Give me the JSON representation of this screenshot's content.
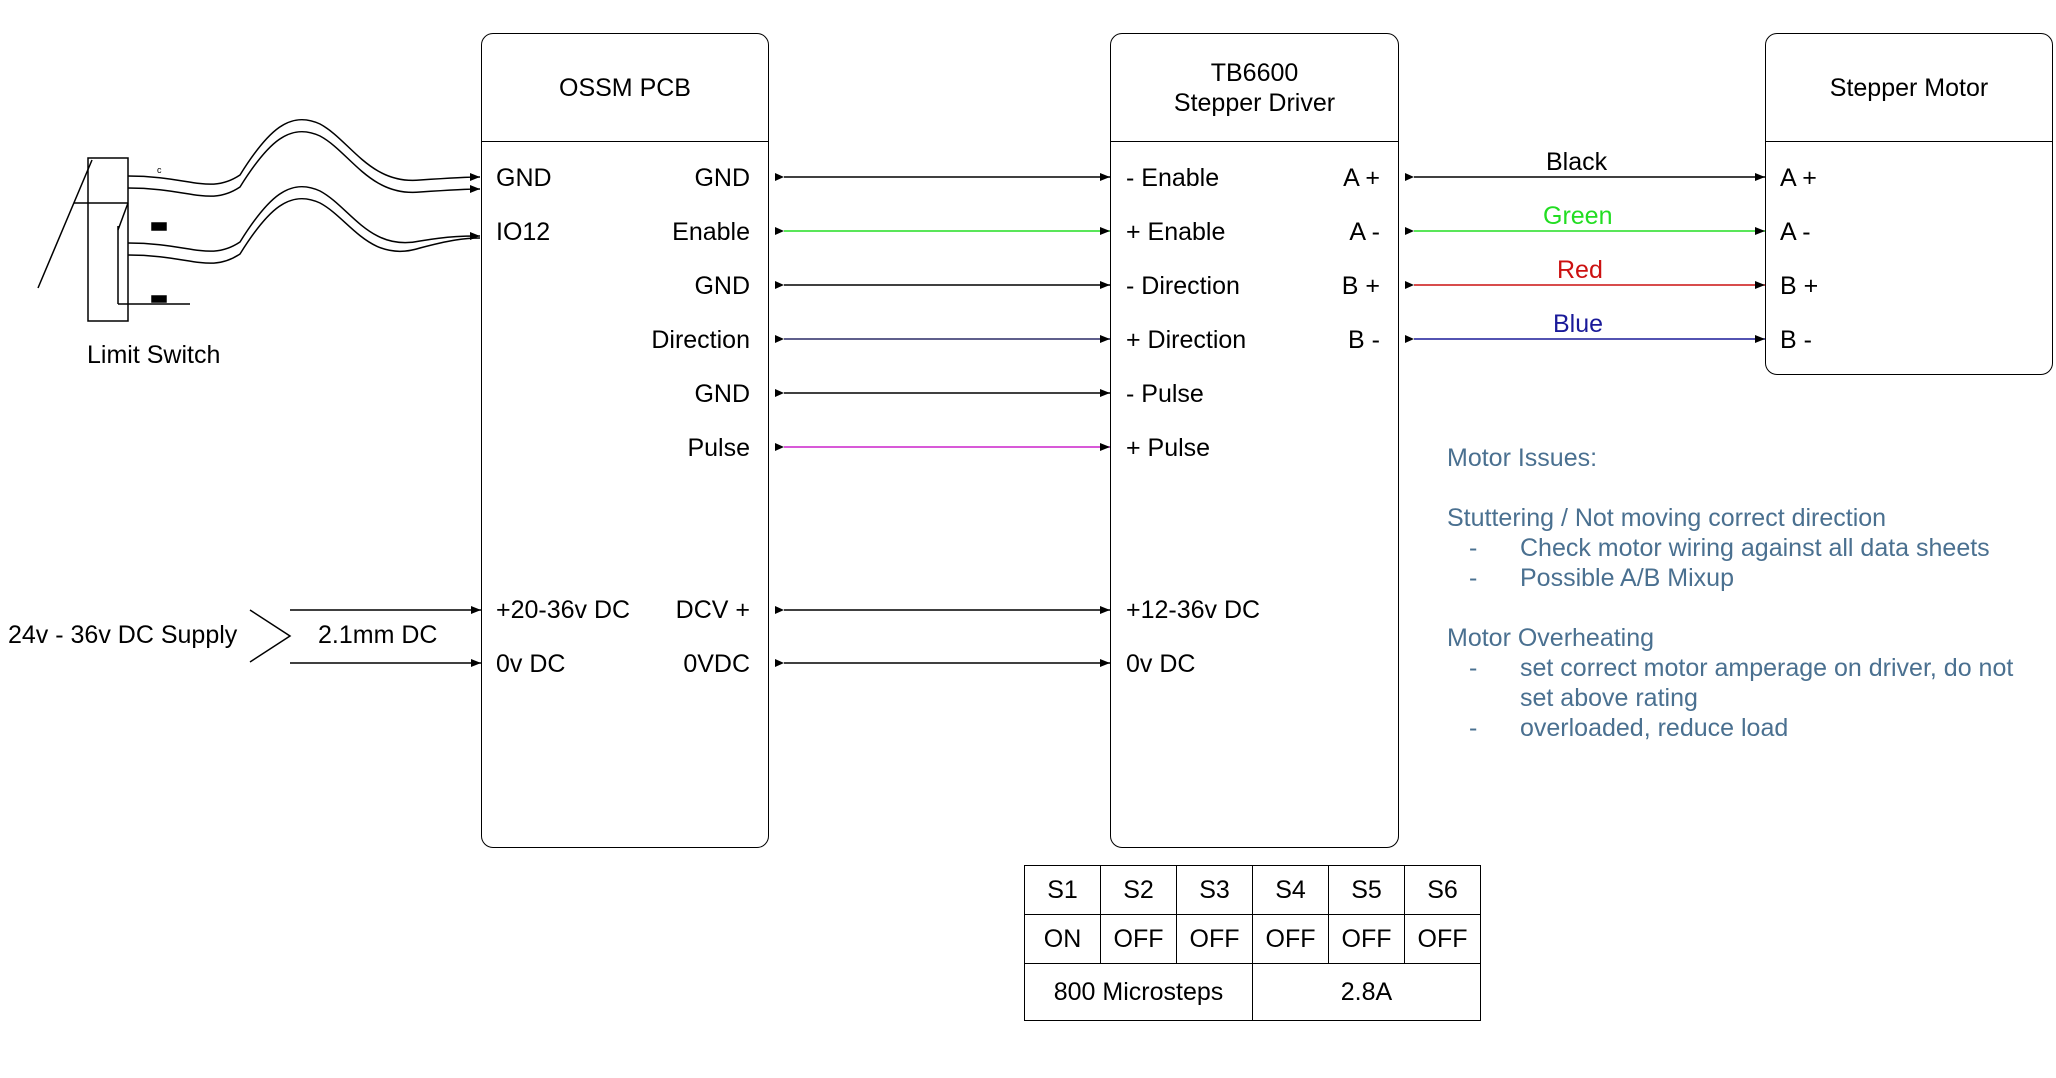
{
  "limit_switch": {
    "label": "Limit Switch",
    "pin_label": "c"
  },
  "power_supply": {
    "label": "24v - 36v DC Supply",
    "connector_label": "2.1mm DC"
  },
  "ossm_pcb": {
    "title": "OSSM PCB",
    "left_pins": [
      "GND",
      "IO12",
      "+20-36v DC",
      "0v DC"
    ],
    "right_pins": [
      "GND",
      "Enable",
      "GND",
      "Direction",
      "GND",
      "Pulse",
      "DCV +",
      "0VDC"
    ]
  },
  "tb6600": {
    "title_line1": "TB6600",
    "title_line2": "Stepper Driver",
    "left_pins": [
      "- Enable",
      "+ Enable",
      "- Direction",
      "+ Direction",
      "- Pulse",
      "+ Pulse",
      "+12-36v DC",
      "0v DC"
    ],
    "right_pins": [
      "A +",
      "A -",
      "B +",
      "B -"
    ]
  },
  "stepper_motor": {
    "title": "Stepper Motor",
    "pins": [
      "A +",
      "A -",
      "B +",
      "B -"
    ]
  },
  "wire_colors": [
    {
      "name": "Black",
      "color": "#000000"
    },
    {
      "name": "Green",
      "color": "#22dd22"
    },
    {
      "name": "Red",
      "color": "#cc1111"
    },
    {
      "name": "Blue",
      "color": "#1a1a99"
    }
  ],
  "signal_wire_colors": {
    "enable": "#22dd22",
    "direction": "#2a2a66",
    "pulse": "#cc22cc",
    "default": "#000000"
  },
  "notes": {
    "title": "Motor Issues:",
    "sections": [
      {
        "heading": "Stuttering / Not moving correct direction",
        "items": [
          "Check motor wiring against all data sheets",
          "Possible A/B Mixup"
        ]
      },
      {
        "heading": "Motor Overheating",
        "items": [
          "set correct motor amperage on driver, do not set above rating",
          "overloaded, reduce load"
        ]
      }
    ],
    "bullet": "-",
    "color": "#4a7090"
  },
  "dip_switch": {
    "headers": [
      "S1",
      "S2",
      "S3",
      "S4",
      "S5",
      "S6"
    ],
    "states": [
      "ON",
      "OFF",
      "OFF",
      "OFF",
      "OFF",
      "OFF"
    ],
    "microsteps": "800 Microsteps",
    "current": "2.8A"
  }
}
